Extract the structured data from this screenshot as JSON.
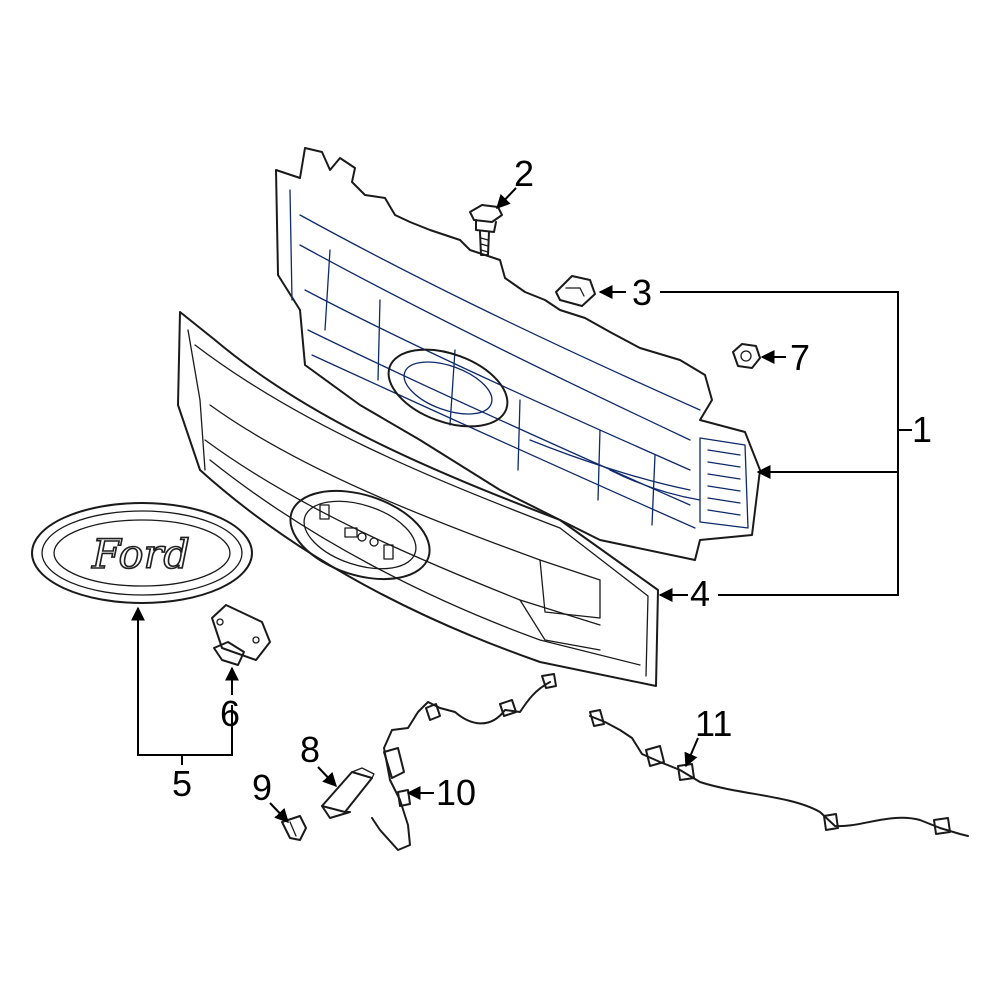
{
  "colors": {
    "highlight": "#1f4fbf",
    "highlight_dark": "#163a8c",
    "line": "#1a1a1a",
    "background": "#ffffff"
  },
  "callouts": {
    "c1": "1",
    "c2": "2",
    "c3": "3",
    "c4": "4",
    "c5": "5",
    "c6": "6",
    "c7": "7",
    "c8": "8",
    "c9": "9",
    "c10": "10",
    "c11": "11"
  },
  "emblem": {
    "text": "Ford"
  },
  "parts": [
    {
      "callout": "1",
      "part": "grille-assembly",
      "highlighted": true
    },
    {
      "callout": "2",
      "part": "bolt",
      "highlighted": false
    },
    {
      "callout": "3",
      "part": "clip-nut",
      "highlighted": false
    },
    {
      "callout": "4",
      "part": "grille-surround",
      "highlighted": false
    },
    {
      "callout": "5",
      "part": "emblem",
      "highlighted": false
    },
    {
      "callout": "6",
      "part": "camera",
      "highlighted": false
    },
    {
      "callout": "7",
      "part": "nut",
      "highlighted": false
    },
    {
      "callout": "8",
      "part": "sensor",
      "highlighted": false
    },
    {
      "callout": "9",
      "part": "retainer",
      "highlighted": false
    },
    {
      "callout": "10",
      "part": "wiring-harness",
      "highlighted": false
    },
    {
      "callout": "11",
      "part": "wiring-harness",
      "highlighted": false
    }
  ]
}
